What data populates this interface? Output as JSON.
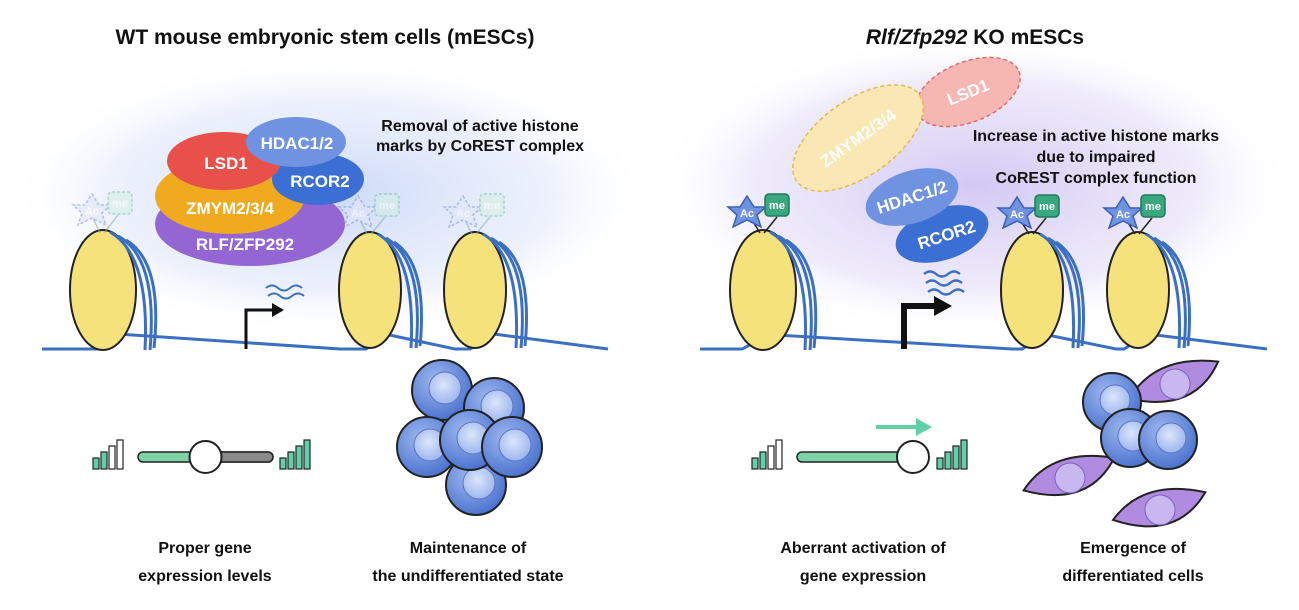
{
  "left_panel": {
    "title": "WT mouse embryonic stem cells (mESCs)",
    "annotation_line1": "Removal of active histone",
    "annotation_line2": "marks by CoREST complex",
    "proteins": {
      "hdac": "HDAC1/2",
      "lsd1": "LSD1",
      "rcor2": "RCOR2",
      "zmym": "ZMYM2/3/4",
      "rlf": "RLF/ZFP292"
    },
    "marks": {
      "ac": "Ac",
      "me": "me"
    },
    "caption_expression_line1": "Proper gene",
    "caption_expression_line2": "expression levels",
    "caption_state_line1": "Maintenance of",
    "caption_state_line2": "the undifferentiated state"
  },
  "right_panel": {
    "title_italic": "Rlf/Zfp292",
    "title_rest": " KO mESCs",
    "annotation_line1": "Increase in active histone marks",
    "annotation_line2": "due to impaired",
    "annotation_line3": "CoREST complex function",
    "proteins": {
      "lsd1": "LSD1",
      "zmym": "ZMYM2/3/4",
      "hdac": "HDAC1/2",
      "rcor2": "RCOR2"
    },
    "marks": {
      "ac": "Ac",
      "me": "me"
    },
    "caption_expression_line1": "Aberrant activation of",
    "caption_expression_line2": "gene expression",
    "caption_cells_line1": "Emergence of",
    "caption_cells_line2": "differentiated cells"
  },
  "levels": {
    "wt_slider_fraction": 0.5,
    "ko_slider_fraction": 1.0
  },
  "colors": {
    "dna": "#3a6fc4",
    "nucleosome": "#f6e27a",
    "lsd1": "#e8504a",
    "hdac": "#6f93e0",
    "rcor2": "#3c6fd4",
    "zmym": "#efaa1f",
    "rlf": "#9466d4",
    "slider": "#7fd1a6",
    "arrow": "#5fd0a8",
    "stem_cell": "#5b82d6",
    "diff_cell": "#b18be0"
  }
}
